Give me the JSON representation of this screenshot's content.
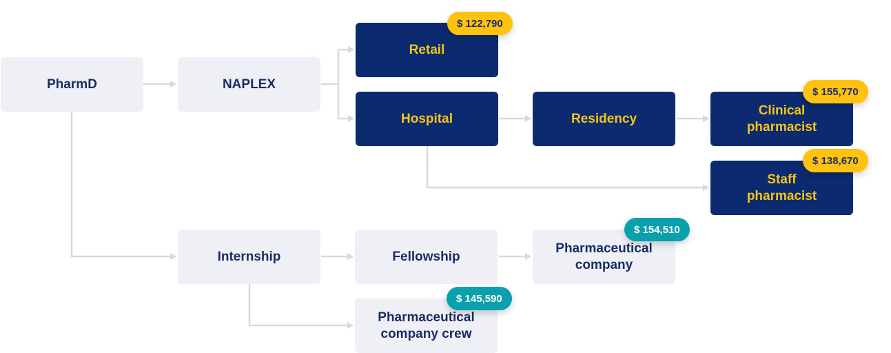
{
  "nodes": {
    "pharmd": "PharmD",
    "naplex": "NAPLEX",
    "retail": "Retail",
    "hospital": "Hospital",
    "residency": "Residency",
    "clinical_pharmacist": "Clinical\npharmacist",
    "staff_pharmacist": "Staff\npharmacist",
    "internship": "Internship",
    "fellowship": "Fellowship",
    "pharmaceutical_company": "Pharmaceutical\ncompany",
    "pharmaceutical_company_crew": "Pharmaceutical\ncompany crew"
  },
  "salaries": {
    "retail": "$ 122,790",
    "clinical_pharmacist": "$ 155,770",
    "staff_pharmacist": "$ 138,670",
    "pharmaceutical_company": "$ 154,510",
    "pharmaceutical_company_crew": "$ 145,590"
  },
  "colors": {
    "light_node": "#eef0f6",
    "dark_node": "#0b2a6f",
    "dark_node_text": "#f5c518",
    "light_node_text": "#1b2b63",
    "badge_yellow": "#ffc20e",
    "badge_teal": "#0aa0ad",
    "connector": "#d6d9e2"
  }
}
